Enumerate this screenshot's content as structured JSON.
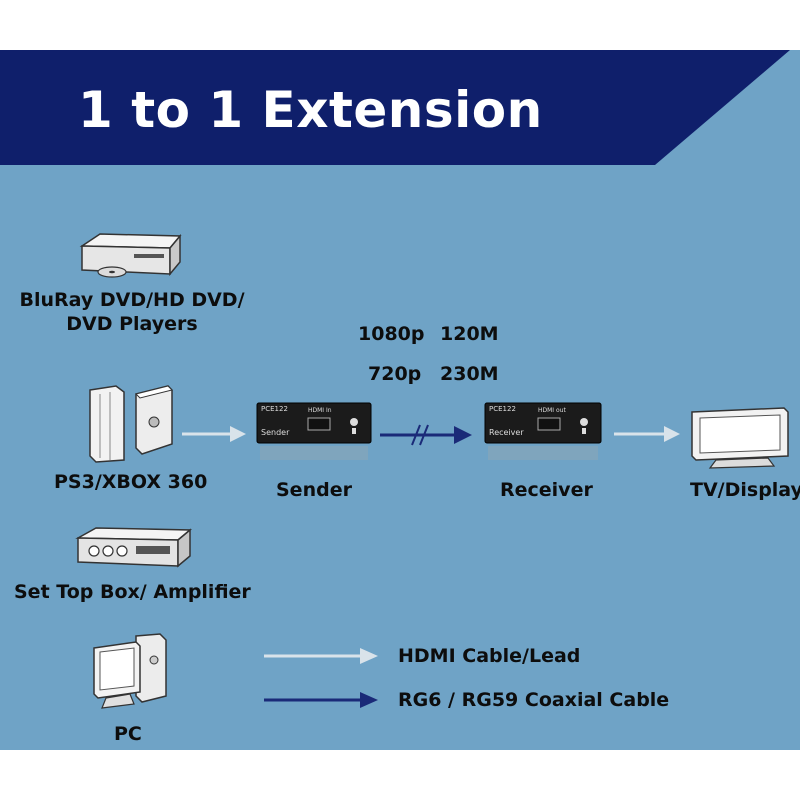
{
  "title": "1 to 1 Extension",
  "sources": {
    "bluray": {
      "line1": "BluRay DVD/HD DVD/",
      "line2": "DVD Players"
    },
    "console": {
      "label": "PS3/XBOX 360"
    },
    "settop": {
      "label": "Set Top Box/ Amplifier"
    },
    "pc": {
      "label": "PC"
    }
  },
  "sender": {
    "label": "Sender",
    "model": "PCE122",
    "port_label": "HDMI In",
    "panel_text": "Sender"
  },
  "receiver": {
    "label": "Receiver",
    "model": "PCE122",
    "port_label": "HDMI out",
    "panel_text": "Receiver"
  },
  "display": {
    "label": "TV/Display"
  },
  "specs": {
    "row1": {
      "resolution": "1080p",
      "distance": "120M"
    },
    "row2": {
      "resolution": "720p",
      "distance": "230M"
    }
  },
  "legend": {
    "hdmi": {
      "label": "HDMI Cable/Lead",
      "color": "#d9e3ea"
    },
    "coax": {
      "label": "RG6 / RG59 Coaxial Cable",
      "color": "#1a2a78"
    }
  },
  "colors": {
    "banner": "#0f1f6b",
    "background": "#6fa3c6",
    "text": "#0d0d0d"
  }
}
